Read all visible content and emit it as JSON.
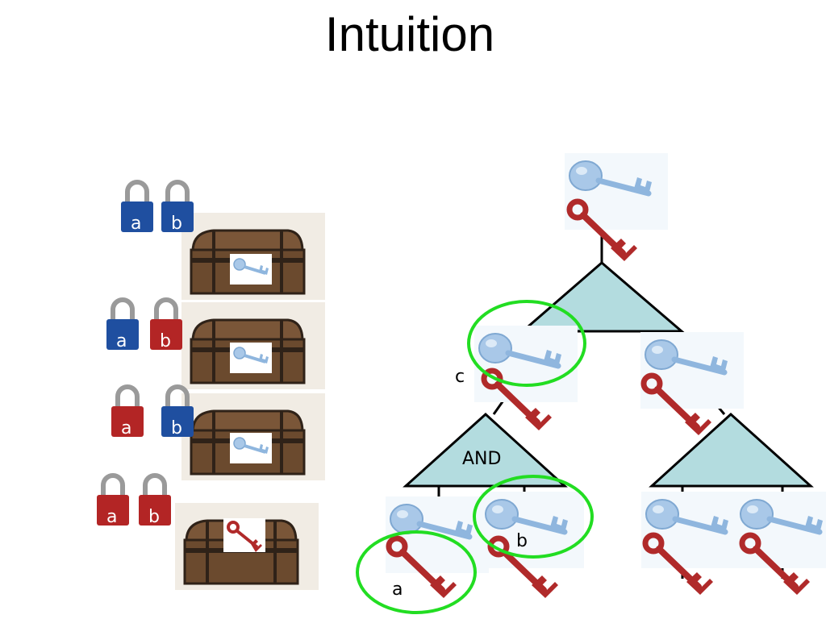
{
  "slide": {
    "title": "Intuition"
  },
  "colors": {
    "lock_blue": "#1f4fa0",
    "lock_red": "#b32525",
    "shackle": "#9a9a9a",
    "chest_wood": "#6b4a2e",
    "gate_fill": "#b3dcdf",
    "highlight": "#22dd22",
    "red_key": "#b02a2a",
    "blue_key": "#8fb6de"
  },
  "lock_rows": [
    {
      "locks": [
        {
          "letter": "a",
          "color": "blue"
        },
        {
          "letter": "b",
          "color": "blue"
        }
      ],
      "chest_key": "blue"
    },
    {
      "locks": [
        {
          "letter": "a",
          "color": "blue"
        },
        {
          "letter": "b",
          "color": "red"
        }
      ],
      "chest_key": "blue"
    },
    {
      "locks": [
        {
          "letter": "a",
          "color": "red"
        },
        {
          "letter": "b",
          "color": "blue"
        }
      ],
      "chest_key": "blue"
    },
    {
      "locks": [
        {
          "letter": "a",
          "color": "red"
        },
        {
          "letter": "b",
          "color": "red"
        }
      ],
      "chest_key": "red"
    }
  ],
  "tree": {
    "root_gate_label": "",
    "left_gate_label": "AND",
    "right_gate_label": "",
    "wire_label_c": "c",
    "leaf_label_a": "a",
    "leaf_label_b": "b"
  }
}
